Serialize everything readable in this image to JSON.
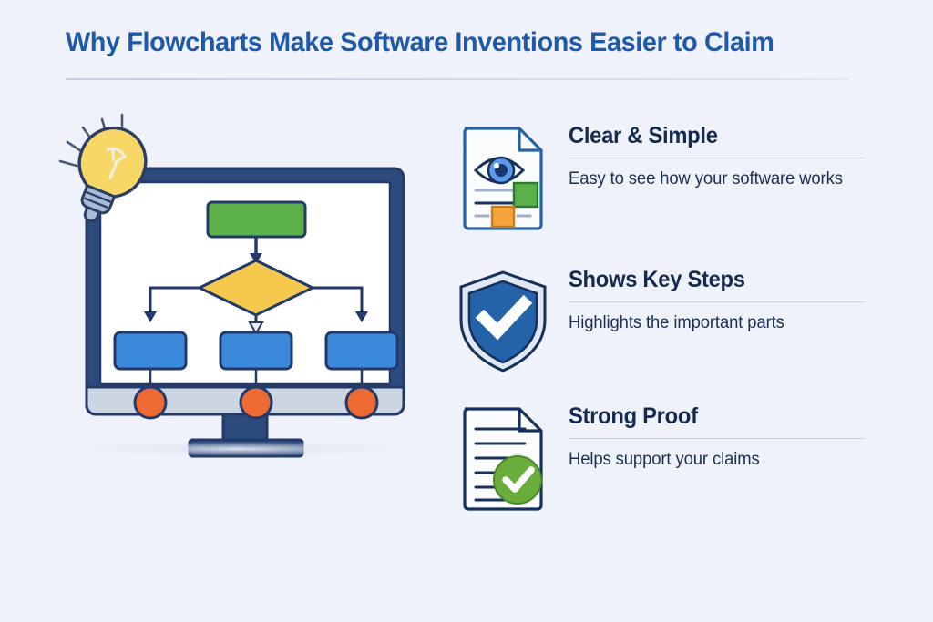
{
  "header": {
    "title": "Why Flowcharts Make Software Inventions Easier to Claim"
  },
  "colors": {
    "background": "#eff2fb",
    "title_blue": "#1f5aa8",
    "heading_navy": "#152a4e",
    "body_navy": "#1c2f52",
    "monitor_frame": "#2c4a7c",
    "monitor_chin": "#ccd5e2",
    "flow_green": "#5bb04a",
    "flow_yellow": "#f5c84e",
    "flow_blue": "#3b89db",
    "flow_orange": "#ed6b33",
    "bulb_yellow": "#f7d766",
    "shield_blue": "#2463a8",
    "check_green": "#6aad3c"
  },
  "illustration": {
    "name": "monitor-flowchart-illustration",
    "lightbulb": "lightbulb-icon",
    "flowchart": {
      "start_node": "flow-node-start",
      "decision_node": "flow-node-decision",
      "process_nodes": [
        "flow-node-process-1",
        "flow-node-process-2",
        "flow-node-process-3"
      ],
      "end_nodes": [
        "flow-node-end-1",
        "flow-node-end-2",
        "flow-node-end-3"
      ]
    }
  },
  "features": [
    {
      "icon": "document-eye-icon",
      "heading": "Clear & Simple",
      "body": "Easy to see how your software works"
    },
    {
      "icon": "shield-check-icon",
      "heading": "Shows Key Steps",
      "body": "Highlights the important parts"
    },
    {
      "icon": "document-check-icon",
      "heading": "Strong Proof",
      "body": "Helps support your claims"
    }
  ]
}
